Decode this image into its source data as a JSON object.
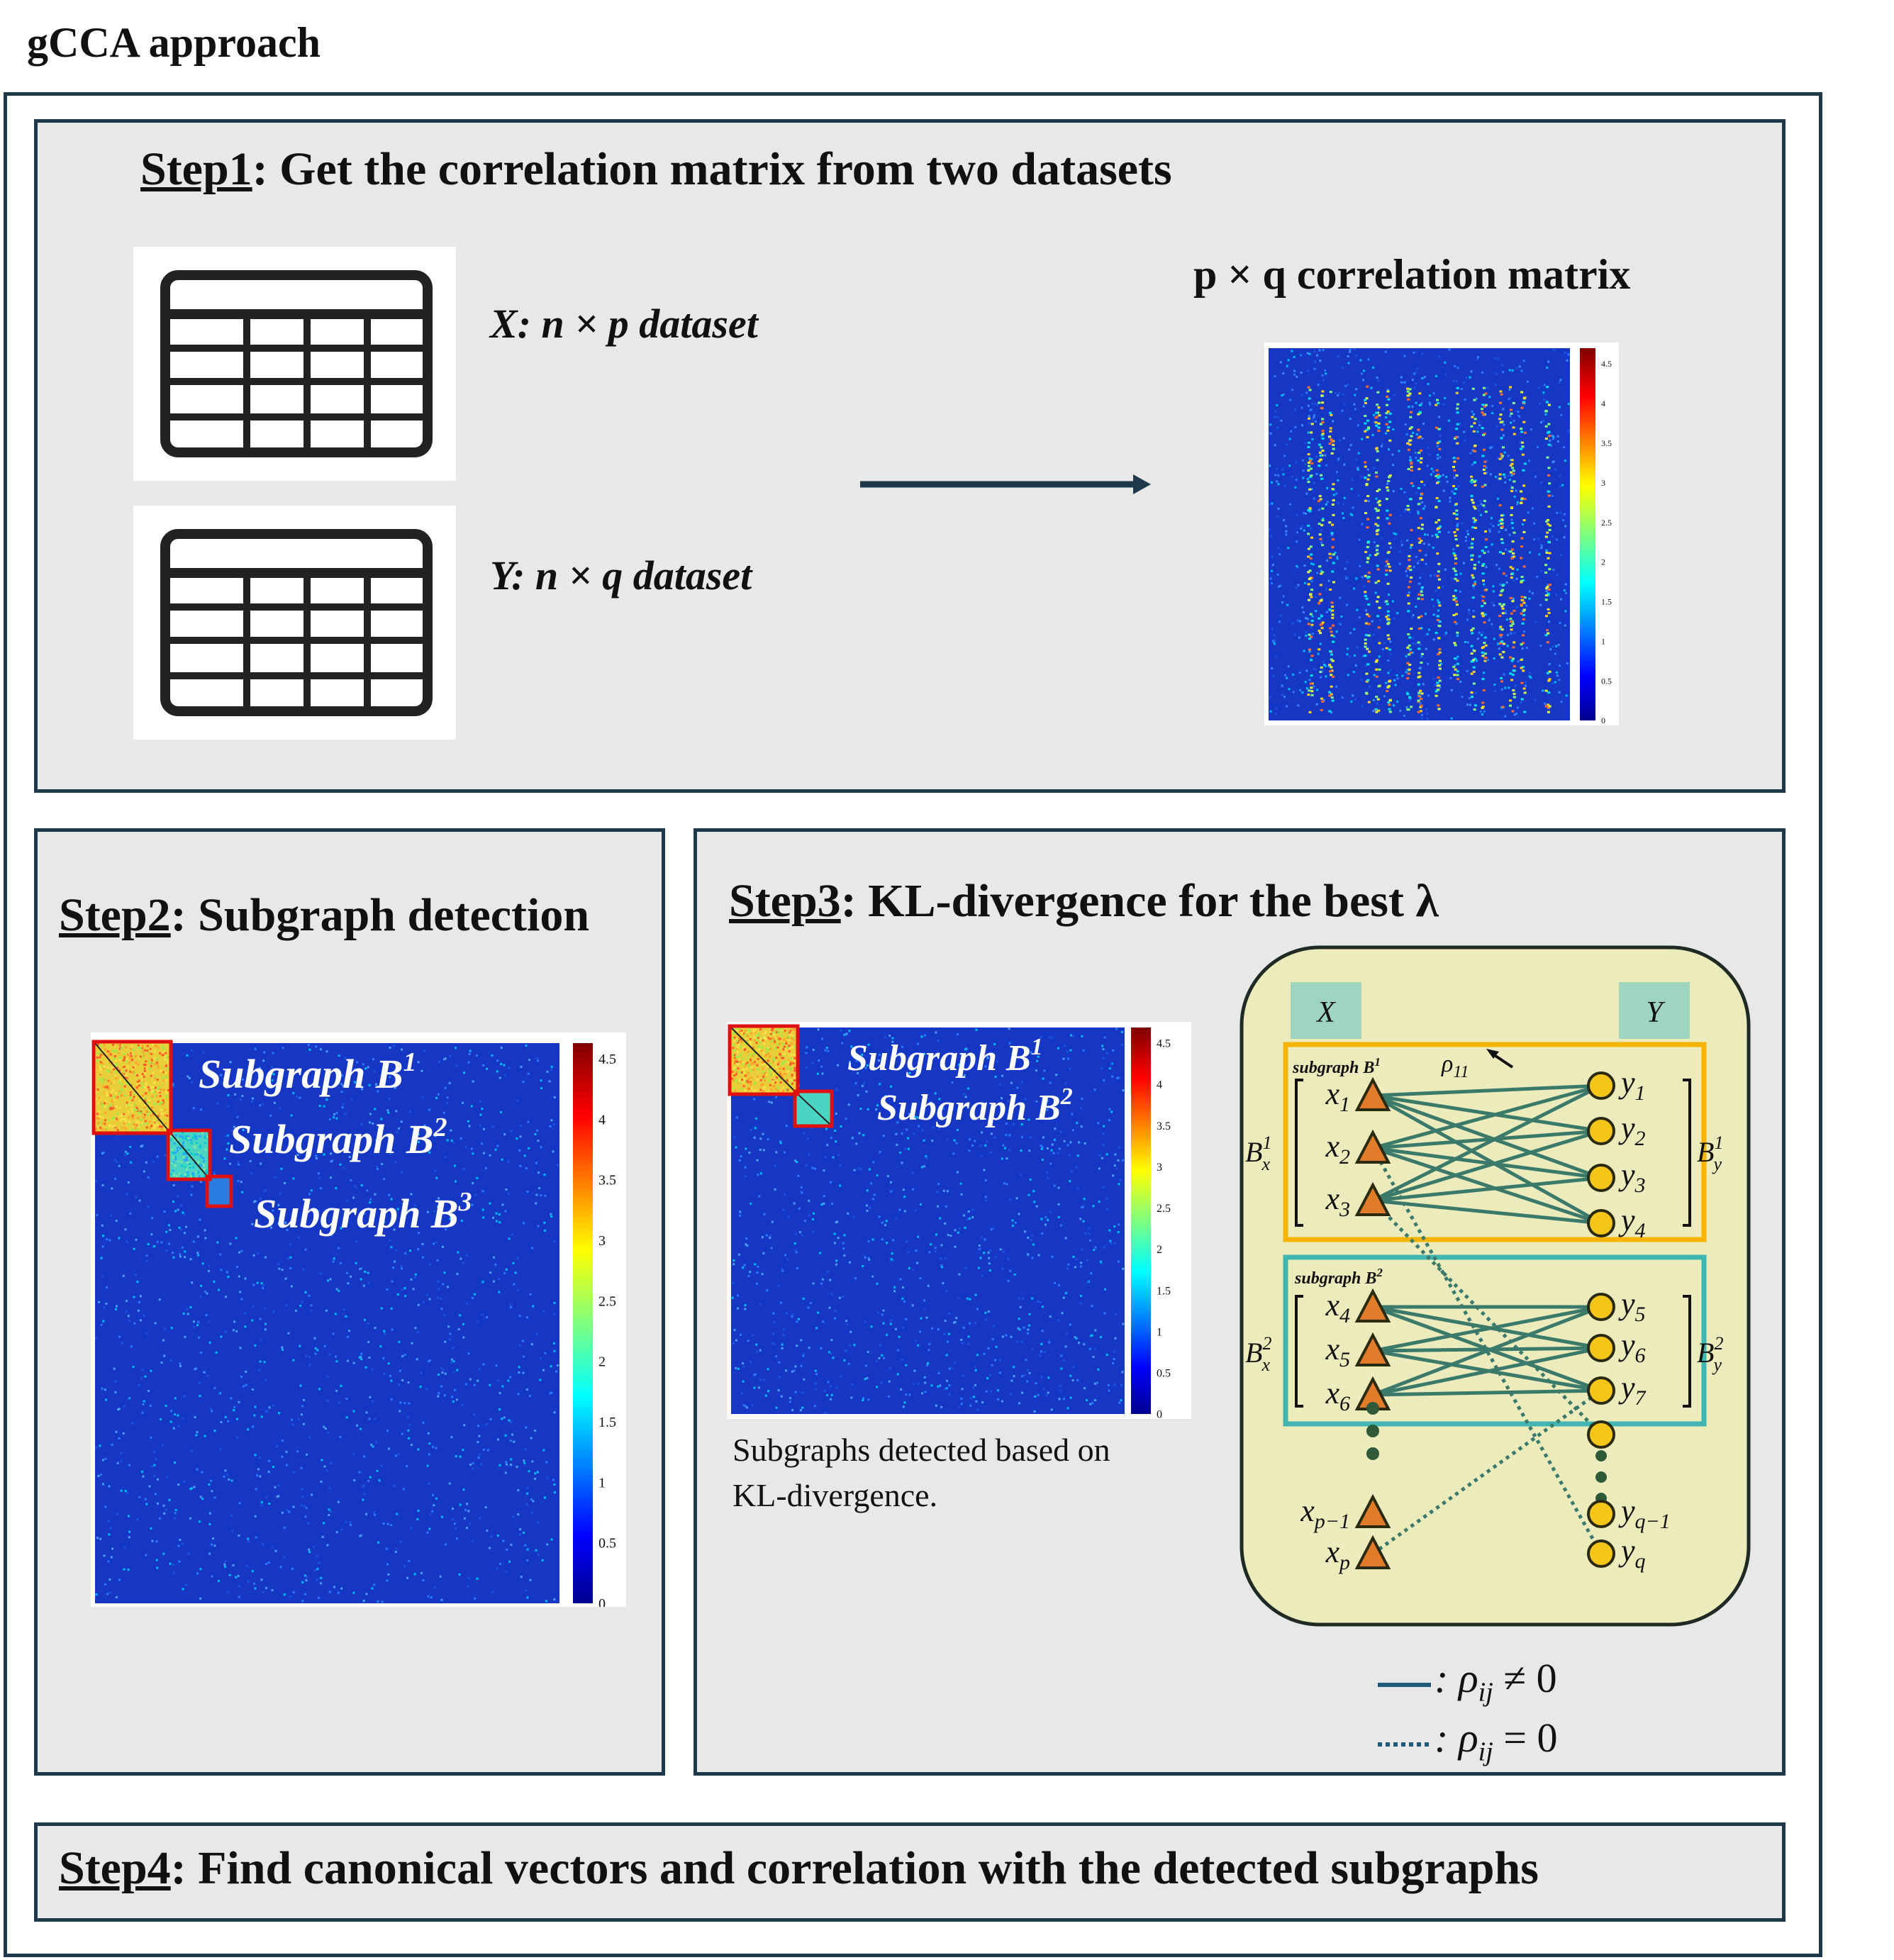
{
  "page_title": "gCCA approach",
  "step1": {
    "step": "Step1",
    "title": ": Get the correlation matrix from two datasets",
    "x_label": "X: ",
    "x_desc": "n × p dataset",
    "y_label": "Y: ",
    "y_desc": "n × q dataset",
    "matrix_title": "p × q correlation matrix",
    "colorbar_ticks": [
      "4.5",
      "4",
      "3.5",
      "3",
      "2.5",
      "2",
      "1.5",
      "1",
      "0.5",
      "0"
    ]
  },
  "step2": {
    "step": "Step2",
    "title": ": Subgraph detection",
    "subgraph_labels": [
      "Subgraph B",
      "Subgraph B",
      "Subgraph B"
    ],
    "subgraph_sups": [
      "1",
      "2",
      "3"
    ],
    "colorbar_ticks": [
      "4.5",
      "4",
      "3.5",
      "3",
      "2.5",
      "2",
      "1.5",
      "1",
      "0.5",
      "0"
    ]
  },
  "step3": {
    "step": "Step3",
    "title": ": KL-divergence for the best λ",
    "subgraph_labels": [
      "Subgraph B",
      "Subgraph B"
    ],
    "subgraph_sups": [
      "1",
      "2"
    ],
    "colorbar_ticks": [
      "4.5",
      "4",
      "3.5",
      "3",
      "2.5",
      "2",
      "1.5",
      "1",
      "0.5",
      "0"
    ],
    "caption_line1": "Subgraphs detected based on",
    "caption_line2": "KL-divergence.",
    "graph": {
      "x_header": "X",
      "y_header": "Y",
      "box1_label": "subgraph B",
      "box1_sup": "1",
      "box2_label": "subgraph B",
      "box2_sup": "2",
      "rho_label": "ρ",
      "rho_sub": "11",
      "bx1": "B",
      "bx1_sup": "1",
      "bx1_sub": "x",
      "by1": "B",
      "by1_sup": "1",
      "by1_sub": "y",
      "bx2": "B",
      "bx2_sup": "2",
      "bx2_sub": "x",
      "by2": "B",
      "by2_sup": "2",
      "by2_sub": "y",
      "x_nodes": [
        {
          "base": "x",
          "sub": "1"
        },
        {
          "base": "x",
          "sub": "2"
        },
        {
          "base": "x",
          "sub": "3"
        },
        {
          "base": "x",
          "sub": "4"
        },
        {
          "base": "x",
          "sub": "5"
        },
        {
          "base": "x",
          "sub": "6"
        },
        {
          "base": "",
          "sub": ""
        },
        {
          "base": "x",
          "sub": "p−1"
        },
        {
          "base": "x",
          "sub": "p"
        }
      ],
      "y_nodes": [
        {
          "base": "y",
          "sub": "1"
        },
        {
          "base": "y",
          "sub": "2"
        },
        {
          "base": "y",
          "sub": "3"
        },
        {
          "base": "y",
          "sub": "4"
        },
        {
          "base": "y",
          "sub": "5"
        },
        {
          "base": "y",
          "sub": "6"
        },
        {
          "base": "y",
          "sub": "7"
        },
        {
          "base": "",
          "sub": ""
        },
        {
          "base": "y",
          "sub": "q−1"
        },
        {
          "base": "y",
          "sub": "q"
        }
      ]
    },
    "legend": {
      "solid_label": ": ρ",
      "solid_sub": "ij",
      "solid_rel": " ≠ 0",
      "dotted_label": ": ρ",
      "dotted_sub": "ij",
      "dotted_rel": " = 0"
    }
  },
  "step4": {
    "step": "Step4",
    "title": ": Find canonical vectors and correlation with the detected subgraphs"
  },
  "colors": {
    "border": "#1e3a4a",
    "panel_bg": "#e8e8e8",
    "graph_bg": "#ecebbc",
    "edge": "#3b7a6b",
    "box1": "#f4b400",
    "box2": "#3fb6b2",
    "header_bg": "#9fd4c0",
    "triangle": "#e07b2a",
    "circle": "#f5c518",
    "heat_bg": "#1537c4",
    "highlight": "#e01010"
  }
}
